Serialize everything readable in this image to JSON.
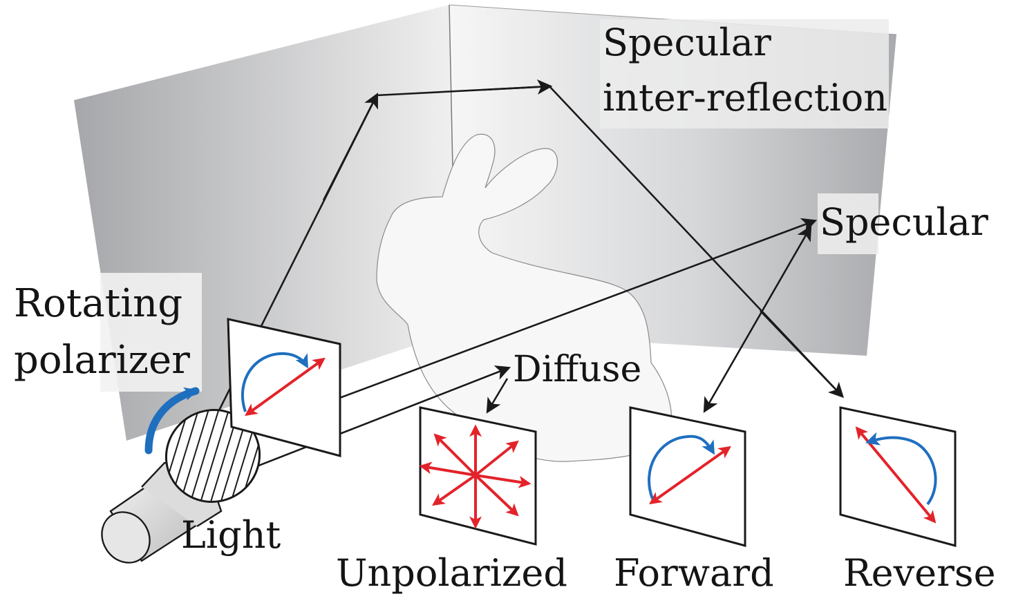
{
  "labels": {
    "specular_inter_line1": "Specular",
    "specular_inter_line2": "inter-reflection",
    "specular": "Specular",
    "rotating": "Rotating",
    "polarizer": "polarizer",
    "diffuse": "Diffuse",
    "light": "Light",
    "unpolarized": "Unpolarized",
    "forward": "Forward",
    "reverse": "Reverse"
  },
  "colors": {
    "polarization_arrow": "#e3232a",
    "rotation_arrow": "#1f6fbf",
    "ray": "#1a1a1a",
    "wall_gradient_dark": "#a8a9ab",
    "wall_gradient_light": "#f4f4f4",
    "label_box": "#ebebeb"
  }
}
